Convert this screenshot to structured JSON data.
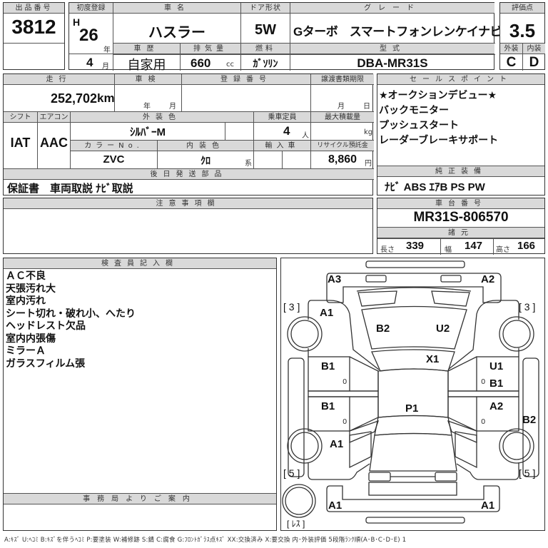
{
  "lot": {
    "label": "出品番号",
    "number": "3812"
  },
  "first_registration": {
    "label": "初度登録",
    "era": "H",
    "year": "26",
    "year_unit": "年",
    "month": "4",
    "month_unit": "月"
  },
  "car_name": {
    "label": "車名",
    "value": "ハスラー"
  },
  "door": {
    "label": "ドア形状",
    "value": "5W"
  },
  "grade": {
    "label": "グレード",
    "value": "Gターボ　スマートフォンレンケイナビ"
  },
  "score": {
    "label": "評価点",
    "value": "3.5",
    "exterior_label": "外装",
    "exterior": "C",
    "interior_label": "内装",
    "interior": "D"
  },
  "history": {
    "label": "車歴",
    "value": "自家用"
  },
  "displacement": {
    "label": "排気量",
    "value": "660",
    "unit": "cc"
  },
  "fuel": {
    "label": "燃料",
    "value": "ｶﾞｿﾘﾝ"
  },
  "model_code": {
    "label": "型式",
    "value": "DBA-MR31S"
  },
  "mileage": {
    "label": "走行",
    "value": "252,702",
    "unit": "km"
  },
  "inspection": {
    "label": "車検",
    "year_unit": "年",
    "month_unit": "月"
  },
  "registration_number": {
    "label": "登録番号",
    "value": ""
  },
  "transfer_deadline": {
    "label": "譲渡書類期限",
    "month_unit": "月",
    "day_unit": "日"
  },
  "shift": {
    "label": "シフト",
    "value": "IAT"
  },
  "aircon": {
    "label": "エアコン",
    "value": "AAC"
  },
  "exterior_color": {
    "label": "外装色",
    "value": "ｼﾙﾊﾞｰM"
  },
  "capacity": {
    "label": "乗車定員",
    "value": "4",
    "unit": "人"
  },
  "max_load": {
    "label": "最大積載量",
    "unit": "kg"
  },
  "color_no": {
    "label": "カラーNo.",
    "value": "ZVC"
  },
  "interior_color": {
    "label": "内装色",
    "value": "ｸﾛ",
    "unit": "系"
  },
  "import": {
    "label": "輸入車"
  },
  "recycle": {
    "label": "リサイクル預託金",
    "value": "8,860",
    "unit": "円"
  },
  "sales_points": {
    "label": "セールスポイント",
    "items": [
      "★オークションデビュー★",
      "バックモニター",
      "プッシュスタート",
      "レーダーブレーキサポート"
    ]
  },
  "later_parts": {
    "label": "後日発送部品",
    "value": "保証書　車両取説 ﾅﾋﾞ取説"
  },
  "genuine_equipment": {
    "label": "純正装備",
    "value": "ﾅﾋﾞ ABS ｴｱB PS PW"
  },
  "notes": {
    "label": "注意事項欄"
  },
  "chassis": {
    "label": "車台番号",
    "value": "MR31S-806570"
  },
  "specs": {
    "label": "諸元",
    "length_label": "長さ",
    "length": "339",
    "width_label": "幅",
    "width": "147",
    "height_label": "高さ",
    "height": "166"
  },
  "inspector": {
    "label": "検査員記入欄",
    "items": [
      "ＡＣ不良",
      "天張汚れ大",
      "室内汚れ",
      "シート切れ・破れ小、へたり",
      "ヘッドレスト欠品",
      "室内内張傷",
      "ミラーＡ",
      "ガラスフィルム張"
    ]
  },
  "office": {
    "label": "事務局よりご案内"
  },
  "diagram": {
    "labels": {
      "front_left_corner": "A3",
      "front_right_corner": "A2",
      "left_front_fender": "A1",
      "hood_left": "B2",
      "hood_right": "U2",
      "windshield": "X1",
      "left_front_door": "B1",
      "right_front_door_top": "U1",
      "right_front_door_bottom": "B1",
      "left_rear_door": "B1",
      "roof": "P1",
      "right_rear_door": "A2",
      "right_rocker": "B2",
      "left_rear_fender": "A1",
      "rear_bumper_left": "A1",
      "rear_bumper_right": "A1"
    },
    "tire_front_left": "[ 3 ]",
    "tire_front_right": "[ 3 ]",
    "tire_rear_left": "[ 5 ]",
    "tire_rear_right": "[ 5 ]",
    "spare": "[ ﾚｽ ]",
    "door_marks": [
      "0",
      "0",
      "0",
      "0"
    ]
  },
  "legend": "A:ｷｽﾞ  U:ﾍｺﾐ  B:ｷｽﾞを伴うﾍｺﾐ  P:要塗装  W:補修跡  S:錆  C:腐食  G:ﾌﾛﾝﾄｶﾞﾗｽ点ｷｽﾞ  XX:交換済み  X:要交換   内･外装評価  5段階ﾗﾝｸ順(A･B･C･D･E) 1"
}
